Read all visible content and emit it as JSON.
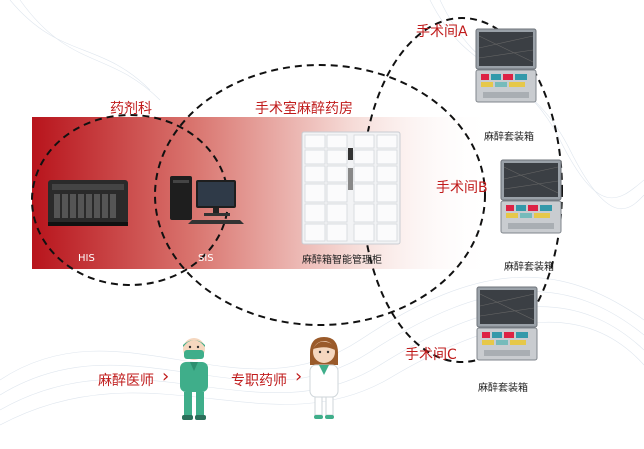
{
  "zones": {
    "pharmacy_dept": "药剂科",
    "or_pharmacy": "手术室麻醉药房"
  },
  "systems": {
    "his": "HIS",
    "sis": "SIS",
    "cabinet": "麻醉箱智能管理柜"
  },
  "operating_rooms": [
    {
      "name": "手术间A",
      "kit": "麻醉套装箱"
    },
    {
      "name": "手术间B",
      "kit": "麻醉套装箱"
    },
    {
      "name": "手术间C",
      "kit": "麻醉套装箱"
    }
  ],
  "people": {
    "anesthesiologist": "麻醉医师",
    "pharmacist": "专职药师",
    "arrow": "›"
  },
  "colors": {
    "accent": "#c01b1b",
    "band_start": "#b8141c",
    "band_end": "#ffffff"
  }
}
